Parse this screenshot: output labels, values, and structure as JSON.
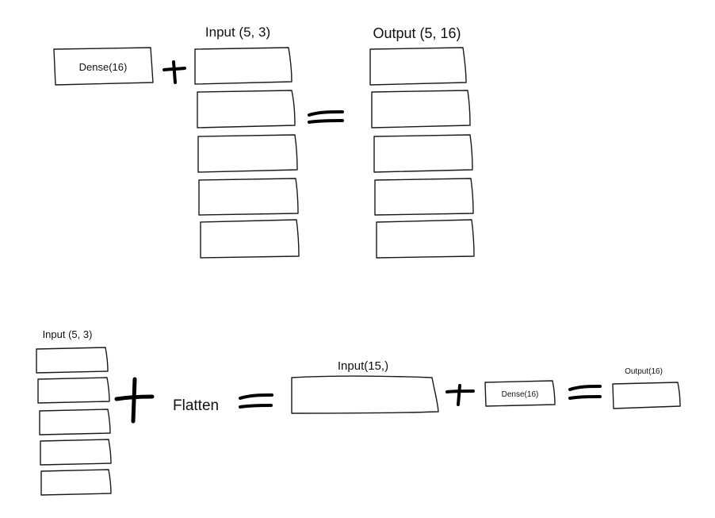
{
  "top": {
    "dense_label": "Dense(16)",
    "input_label": "Input (5, 3)",
    "output_label": "Output (5, 16)",
    "input_rows": 5,
    "output_rows": 5
  },
  "bottom": {
    "input_label": "Input (5, 3)",
    "input_rows": 5,
    "flatten_label": "Flatten",
    "flat_input_label": "Input(15,)",
    "dense_label": "Dense(16)",
    "output_label": "Output(16)"
  },
  "colors": {
    "stroke": "#1a1a1a",
    "operator": "#000000",
    "background": "#ffffff"
  }
}
